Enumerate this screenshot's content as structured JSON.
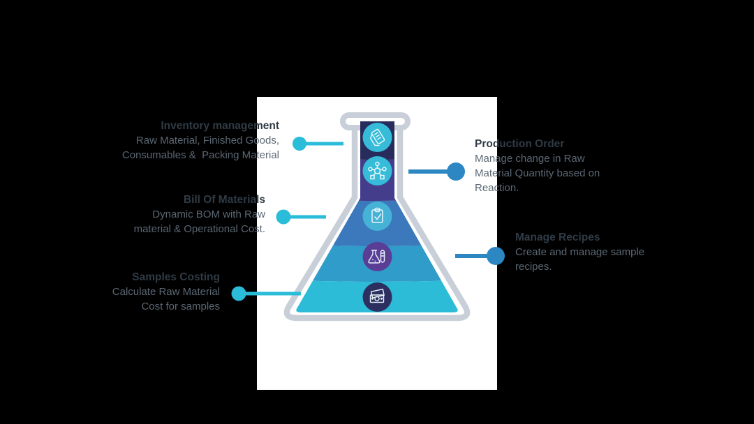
{
  "slide": {
    "background": "#000000",
    "panel_color": "#ffffff"
  },
  "colors": {
    "teal_accent": "#2abcd8",
    "blue_accent": "#2d87c2",
    "flask_outline": "#c9cfd8",
    "title_text": "#303b45",
    "body_text": "#5b6773",
    "icon_stroke": "#e8f6fa"
  },
  "flask": {
    "segments": [
      {
        "label": "inventory-management",
        "color": "#272c5c",
        "icon": "mobile-device-icon",
        "icon_bg": "#36bcd8"
      },
      {
        "label": "production-order",
        "color": "#433d8b",
        "icon": "molecule-icon",
        "icon_bg": "#36bcd8"
      },
      {
        "label": "bill-of-materials",
        "color": "#3b78bc",
        "icon": "clipboard-check-icon",
        "icon_bg": "#45b2d6"
      },
      {
        "label": "manage-recipes",
        "color": "#2f9cca",
        "icon": "lab-flask-icon",
        "icon_bg": "#5a3e96"
      },
      {
        "label": "samples-costing",
        "color": "#2cbcd7",
        "icon": "money-icon",
        "icon_bg": "#2c2f60"
      }
    ]
  },
  "labels": {
    "left": [
      {
        "title": "Inventory management",
        "lines": [
          "Raw Material, Finished Goods,",
          "Consumables &  Packing Material"
        ]
      },
      {
        "title": "Bill Of Materials",
        "lines": [
          "Dynamic BOM with Raw",
          "material & Operational Cost."
        ]
      },
      {
        "title": "Samples Costing",
        "lines": [
          "Calculate Raw Material",
          "Cost for samples"
        ]
      }
    ],
    "right": [
      {
        "title": "Production Order",
        "lines": [
          "Manage change in Raw",
          "Material Quantity based on",
          "Reaction."
        ]
      },
      {
        "title": "Manage Recipes",
        "lines": [
          "Create and manage sample",
          "recipes."
        ]
      }
    ]
  }
}
